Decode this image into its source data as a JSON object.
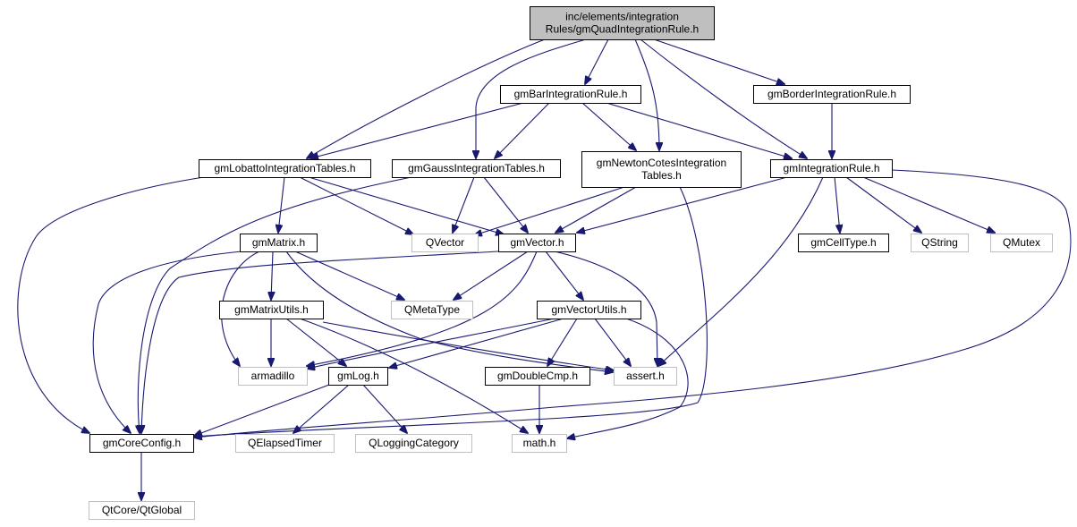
{
  "colors": {
    "edge": "#191970",
    "root_fill": "#bfbfbf",
    "external_border": "#bfbfbf",
    "file_border": "#000000"
  },
  "nodes": {
    "root": {
      "lines": [
        "inc/elements/integration",
        "Rules/gmQuadIntegrationRule.h"
      ],
      "kind": "root"
    },
    "bar": {
      "lines": [
        "gmBarIntegrationRule.h"
      ],
      "kind": "file"
    },
    "border": {
      "lines": [
        "gmBorderIntegrationRule.h"
      ],
      "kind": "file"
    },
    "lobatto": {
      "lines": [
        "gmLobattoIntegrationTables.h"
      ],
      "kind": "file"
    },
    "gauss": {
      "lines": [
        "gmGaussIntegrationTables.h"
      ],
      "kind": "file"
    },
    "newton": {
      "lines": [
        "gmNewtonCotesIntegration",
        "Tables.h"
      ],
      "kind": "file"
    },
    "intrule": {
      "lines": [
        "gmIntegrationRule.h"
      ],
      "kind": "file"
    },
    "matrix": {
      "lines": [
        "gmMatrix.h"
      ],
      "kind": "file"
    },
    "qvector": {
      "lines": [
        "QVector"
      ],
      "kind": "external"
    },
    "vector": {
      "lines": [
        "gmVector.h"
      ],
      "kind": "file"
    },
    "celltype": {
      "lines": [
        "gmCellType.h"
      ],
      "kind": "file"
    },
    "qstring": {
      "lines": [
        "QString"
      ],
      "kind": "external"
    },
    "qmutex": {
      "lines": [
        "QMutex"
      ],
      "kind": "external"
    },
    "matrixutils": {
      "lines": [
        "gmMatrixUtils.h"
      ],
      "kind": "file"
    },
    "qmetatype": {
      "lines": [
        "QMetaType"
      ],
      "kind": "external"
    },
    "vectorutils": {
      "lines": [
        "gmVectorUtils.h"
      ],
      "kind": "file"
    },
    "armadillo": {
      "lines": [
        "armadillo"
      ],
      "kind": "external"
    },
    "log": {
      "lines": [
        "gmLog.h"
      ],
      "kind": "file"
    },
    "doublecmp": {
      "lines": [
        "gmDoubleCmp.h"
      ],
      "kind": "file"
    },
    "assert": {
      "lines": [
        "assert.h"
      ],
      "kind": "external"
    },
    "coreconfig": {
      "lines": [
        "gmCoreConfig.h"
      ],
      "kind": "file"
    },
    "qelapsed": {
      "lines": [
        "QElapsedTimer"
      ],
      "kind": "external"
    },
    "qlogging": {
      "lines": [
        "QLoggingCategory"
      ],
      "kind": "external"
    },
    "math": {
      "lines": [
        "math.h"
      ],
      "kind": "external"
    },
    "qtglobal": {
      "lines": [
        "QtCore/QtGlobal"
      ],
      "kind": "external"
    }
  },
  "edges": [
    [
      "root",
      "bar"
    ],
    [
      "root",
      "border"
    ],
    [
      "root",
      "lobatto"
    ],
    [
      "root",
      "gauss"
    ],
    [
      "root",
      "newton"
    ],
    [
      "root",
      "intrule"
    ],
    [
      "bar",
      "lobatto"
    ],
    [
      "bar",
      "gauss"
    ],
    [
      "bar",
      "newton"
    ],
    [
      "bar",
      "intrule"
    ],
    [
      "border",
      "intrule"
    ],
    [
      "lobatto",
      "matrix"
    ],
    [
      "lobatto",
      "qvector"
    ],
    [
      "lobatto",
      "vector"
    ],
    [
      "lobatto",
      "coreconfig"
    ],
    [
      "gauss",
      "qvector"
    ],
    [
      "gauss",
      "vector"
    ],
    [
      "gauss",
      "coreconfig"
    ],
    [
      "newton",
      "qvector"
    ],
    [
      "newton",
      "vector"
    ],
    [
      "newton",
      "coreconfig"
    ],
    [
      "intrule",
      "vector"
    ],
    [
      "intrule",
      "celltype"
    ],
    [
      "intrule",
      "qstring"
    ],
    [
      "intrule",
      "qmutex"
    ],
    [
      "intrule",
      "assert"
    ],
    [
      "intrule",
      "coreconfig"
    ],
    [
      "matrix",
      "qmetatype"
    ],
    [
      "matrix",
      "matrixutils"
    ],
    [
      "matrix",
      "armadillo"
    ],
    [
      "matrix",
      "assert"
    ],
    [
      "matrix",
      "coreconfig"
    ],
    [
      "vector",
      "qmetatype"
    ],
    [
      "vector",
      "vectorutils"
    ],
    [
      "vector",
      "armadillo"
    ],
    [
      "vector",
      "assert"
    ],
    [
      "vector",
      "coreconfig"
    ],
    [
      "matrixutils",
      "armadillo"
    ],
    [
      "matrixutils",
      "log"
    ],
    [
      "matrixutils",
      "assert"
    ],
    [
      "matrixutils",
      "math"
    ],
    [
      "vectorutils",
      "armadillo"
    ],
    [
      "vectorutils",
      "log"
    ],
    [
      "vectorutils",
      "doublecmp"
    ],
    [
      "vectorutils",
      "assert"
    ],
    [
      "vectorutils",
      "math"
    ],
    [
      "log",
      "qelapsed"
    ],
    [
      "log",
      "qlogging"
    ],
    [
      "log",
      "coreconfig"
    ],
    [
      "doublecmp",
      "math"
    ],
    [
      "coreconfig",
      "qtglobal"
    ]
  ]
}
